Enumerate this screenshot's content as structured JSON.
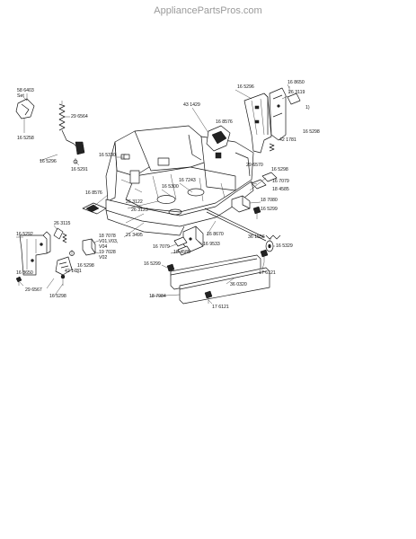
{
  "watermark": "AppliancePartsPros.com",
  "labels": [
    {
      "id": "l1",
      "text": "16 5296"
    },
    {
      "id": "l2",
      "text": "16 8650"
    },
    {
      "id": "l3",
      "text": "26 3119"
    },
    {
      "id": "l4",
      "text": "1)"
    },
    {
      "id": "l5",
      "text": "43 1429"
    },
    {
      "id": "l6",
      "text": "16 5298"
    },
    {
      "id": "l7",
      "text": "16 8576"
    },
    {
      "id": "l8",
      "text": "42 1781"
    },
    {
      "id": "l9",
      "text": "29 6570"
    },
    {
      "id": "l10",
      "text": "16 5298"
    },
    {
      "id": "l11",
      "text": "58 6403"
    },
    {
      "id": "l12",
      "text": "Set"
    },
    {
      "id": "l13",
      "text": "16 5258"
    },
    {
      "id": "l14",
      "text": "29 6564"
    },
    {
      "id": "l15",
      "text": "16 5296"
    },
    {
      "id": "l16",
      "text": "16 5291"
    },
    {
      "id": "l17",
      "text": "16 5330"
    },
    {
      "id": "l18",
      "text": "16 7243"
    },
    {
      "id": "l19",
      "text": "16 5300"
    },
    {
      "id": "l20",
      "text": "16 7079"
    },
    {
      "id": "l21",
      "text": "18 4585"
    },
    {
      "id": "l22",
      "text": "16 8576"
    },
    {
      "id": "l23",
      "text": "26 3122"
    },
    {
      "id": "l24",
      "text": "26 3123"
    },
    {
      "id": "l25",
      "text": "18 7080"
    },
    {
      "id": "l26",
      "text": "16 5299"
    },
    {
      "id": "l27",
      "text": "26 3115"
    },
    {
      "id": "l28",
      "text": "21 3495"
    },
    {
      "id": "l29",
      "text": "16 8670"
    },
    {
      "id": "l30",
      "text": "16 5292"
    },
    {
      "id": "l31",
      "text": "18 7078"
    },
    {
      "id": "l32",
      "text": "V01,V03,"
    },
    {
      "id": "l33",
      "text": "V04"
    },
    {
      "id": "l34",
      "text": "19 7028"
    },
    {
      "id": "l35",
      "text": "V02"
    },
    {
      "id": "l36",
      "text": "16 5298"
    },
    {
      "id": "l37",
      "text": "16 7079"
    },
    {
      "id": "l38",
      "text": "18 4585"
    },
    {
      "id": "l39",
      "text": "16 9533"
    },
    {
      "id": "l40",
      "text": "36 1556"
    },
    {
      "id": "l41",
      "text": "16 5329"
    },
    {
      "id": "l42",
      "text": "42 1781"
    },
    {
      "id": "l43",
      "text": "16 5299"
    },
    {
      "id": "l44",
      "text": "17 6121"
    },
    {
      "id": "l45",
      "text": "16 8650"
    },
    {
      "id": "l46",
      "text": "29 6567"
    },
    {
      "id": "l47",
      "text": "16 5298"
    },
    {
      "id": "l48",
      "text": "18 7984"
    },
    {
      "id": "l49",
      "text": "36 0320"
    },
    {
      "id": "l50",
      "text": "17 6121"
    }
  ]
}
